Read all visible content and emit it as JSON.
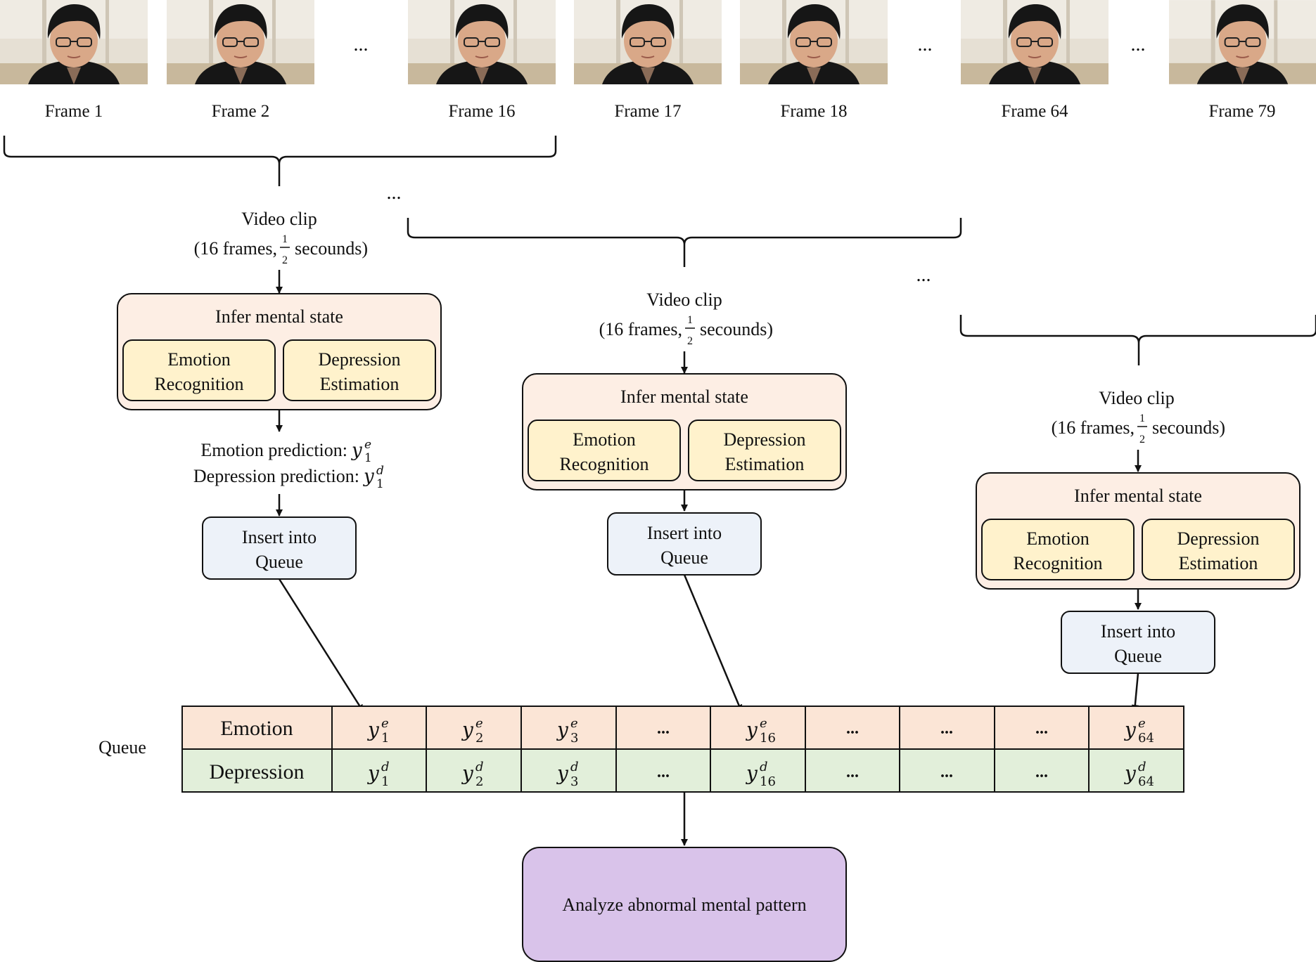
{
  "frames": [
    {
      "label": "Frame 1"
    },
    {
      "label": "Frame 2"
    },
    {
      "label": "Frame 16"
    },
    {
      "label": "Frame 17"
    },
    {
      "label": "Frame 18"
    },
    {
      "label": "Frame 64"
    },
    {
      "label": "Frame 79"
    }
  ],
  "ellipsis": "...",
  "clips": [
    {
      "title": "Video clip",
      "detail_prefix": "(16 frames,",
      "frac_num": "1",
      "frac_den": "2",
      "detail_suffix": "secounds)"
    },
    {
      "title": "Video clip",
      "detail_prefix": "(16 frames,",
      "frac_num": "1",
      "frac_den": "2",
      "detail_suffix": "secounds)"
    },
    {
      "title": "Video clip",
      "detail_prefix": "(16 frames,",
      "frac_num": "1",
      "frac_den": "2",
      "detail_suffix": "secounds)"
    }
  ],
  "infer": {
    "title": "Infer mental state",
    "emotion_line1": "Emotion",
    "emotion_line2": "Recognition",
    "depression_line1": "Depression",
    "depression_line2": "Estimation"
  },
  "predictions": {
    "emotion_prefix": "Emotion prediction:",
    "depression_prefix": "Depression prediction:",
    "var": "y",
    "emotion_sup": "e",
    "depression_sup": "d",
    "index": "1"
  },
  "insert": {
    "line1": "Insert into",
    "line2": "Queue"
  },
  "queue": {
    "label": "Queue",
    "row_emotion": "Emotion",
    "row_depression": "Depression",
    "var": "y",
    "emotion_sup": "e",
    "depression_sup": "d",
    "cells": [
      "1",
      "2",
      "3",
      "...",
      "16",
      "...",
      "...",
      "...",
      "64"
    ]
  },
  "analyze": {
    "label": "Analyze abnormal mental pattern"
  },
  "colors": {
    "infer_bg": "#fdeee4",
    "module_bg": "#fff2cc",
    "insert_bg": "#edf2f9",
    "emotion_row": "#fbe5d6",
    "depression_row": "#e2efda",
    "analyze_bg": "#d9c3ea",
    "photo_wall": "#e9e3d8",
    "photo_hair": "#161616"
  }
}
